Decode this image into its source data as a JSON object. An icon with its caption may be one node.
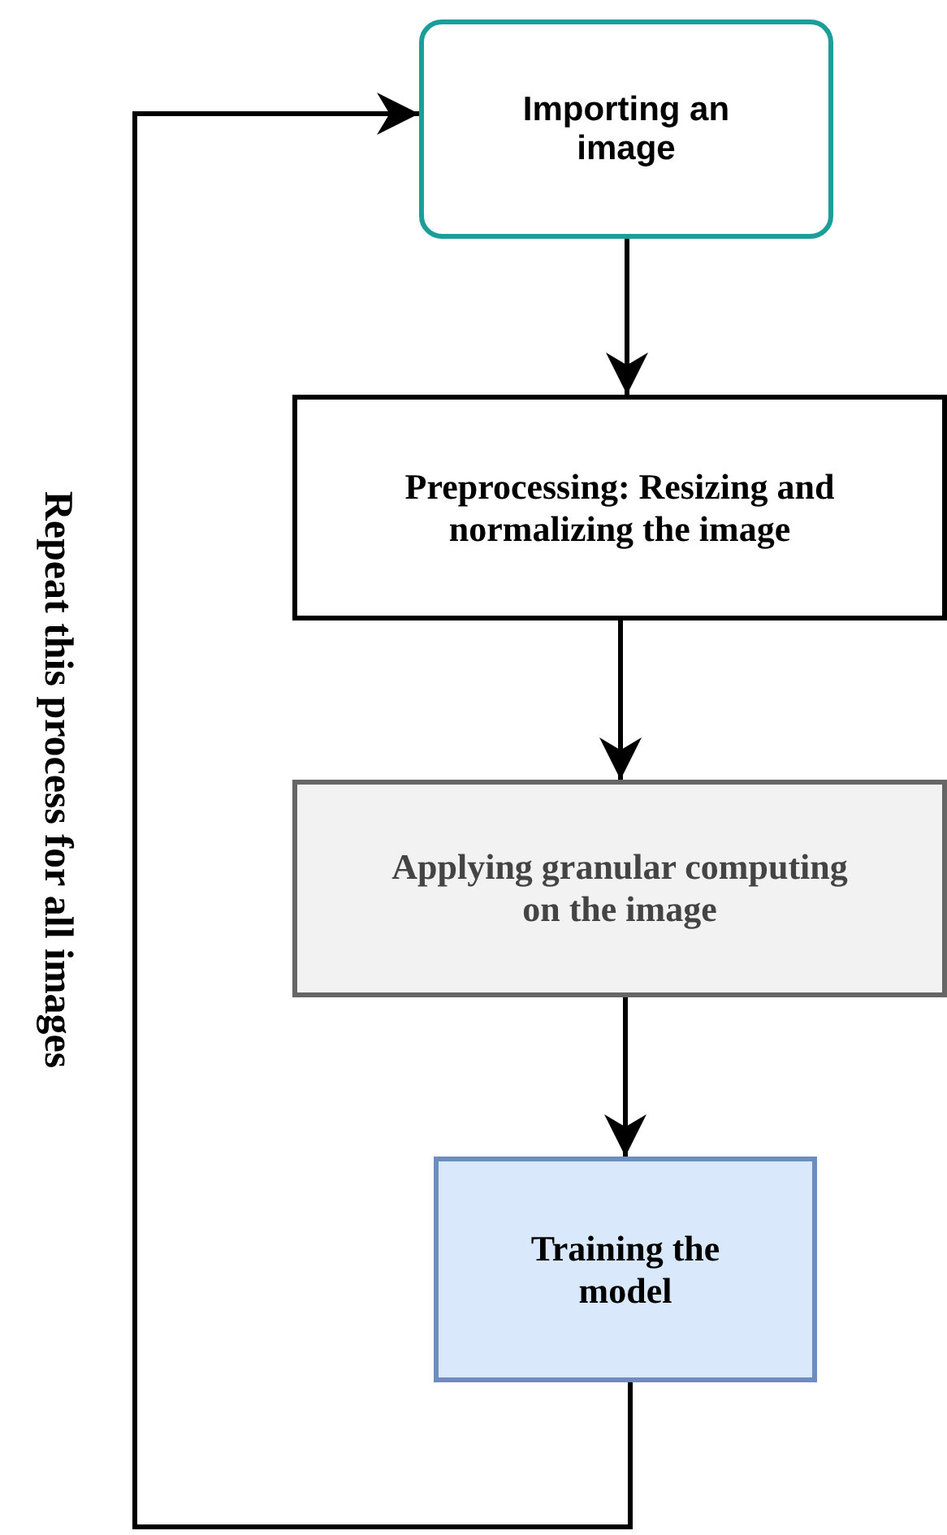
{
  "diagram": {
    "nodes": [
      {
        "text": [
          "Importing an image"
        ]
      },
      {
        "text": [
          "Preprocessing: Resizing and normalizing the image"
        ]
      },
      {
        "text": [
          "Applying granular computing on the image"
        ]
      },
      {
        "text": [
          "Training the model"
        ]
      }
    ],
    "edges": [
      {
        "from": 0,
        "to": 1,
        "arrow": "to"
      },
      {
        "from": 1,
        "to": 2,
        "arrow": "to"
      },
      {
        "from": 2,
        "to": 3,
        "arrow": "to"
      },
      {
        "from": 3,
        "to": 0,
        "arrow": "to"
      }
    ],
    "labels": [
      "Repeat this process for all images"
    ]
  }
}
